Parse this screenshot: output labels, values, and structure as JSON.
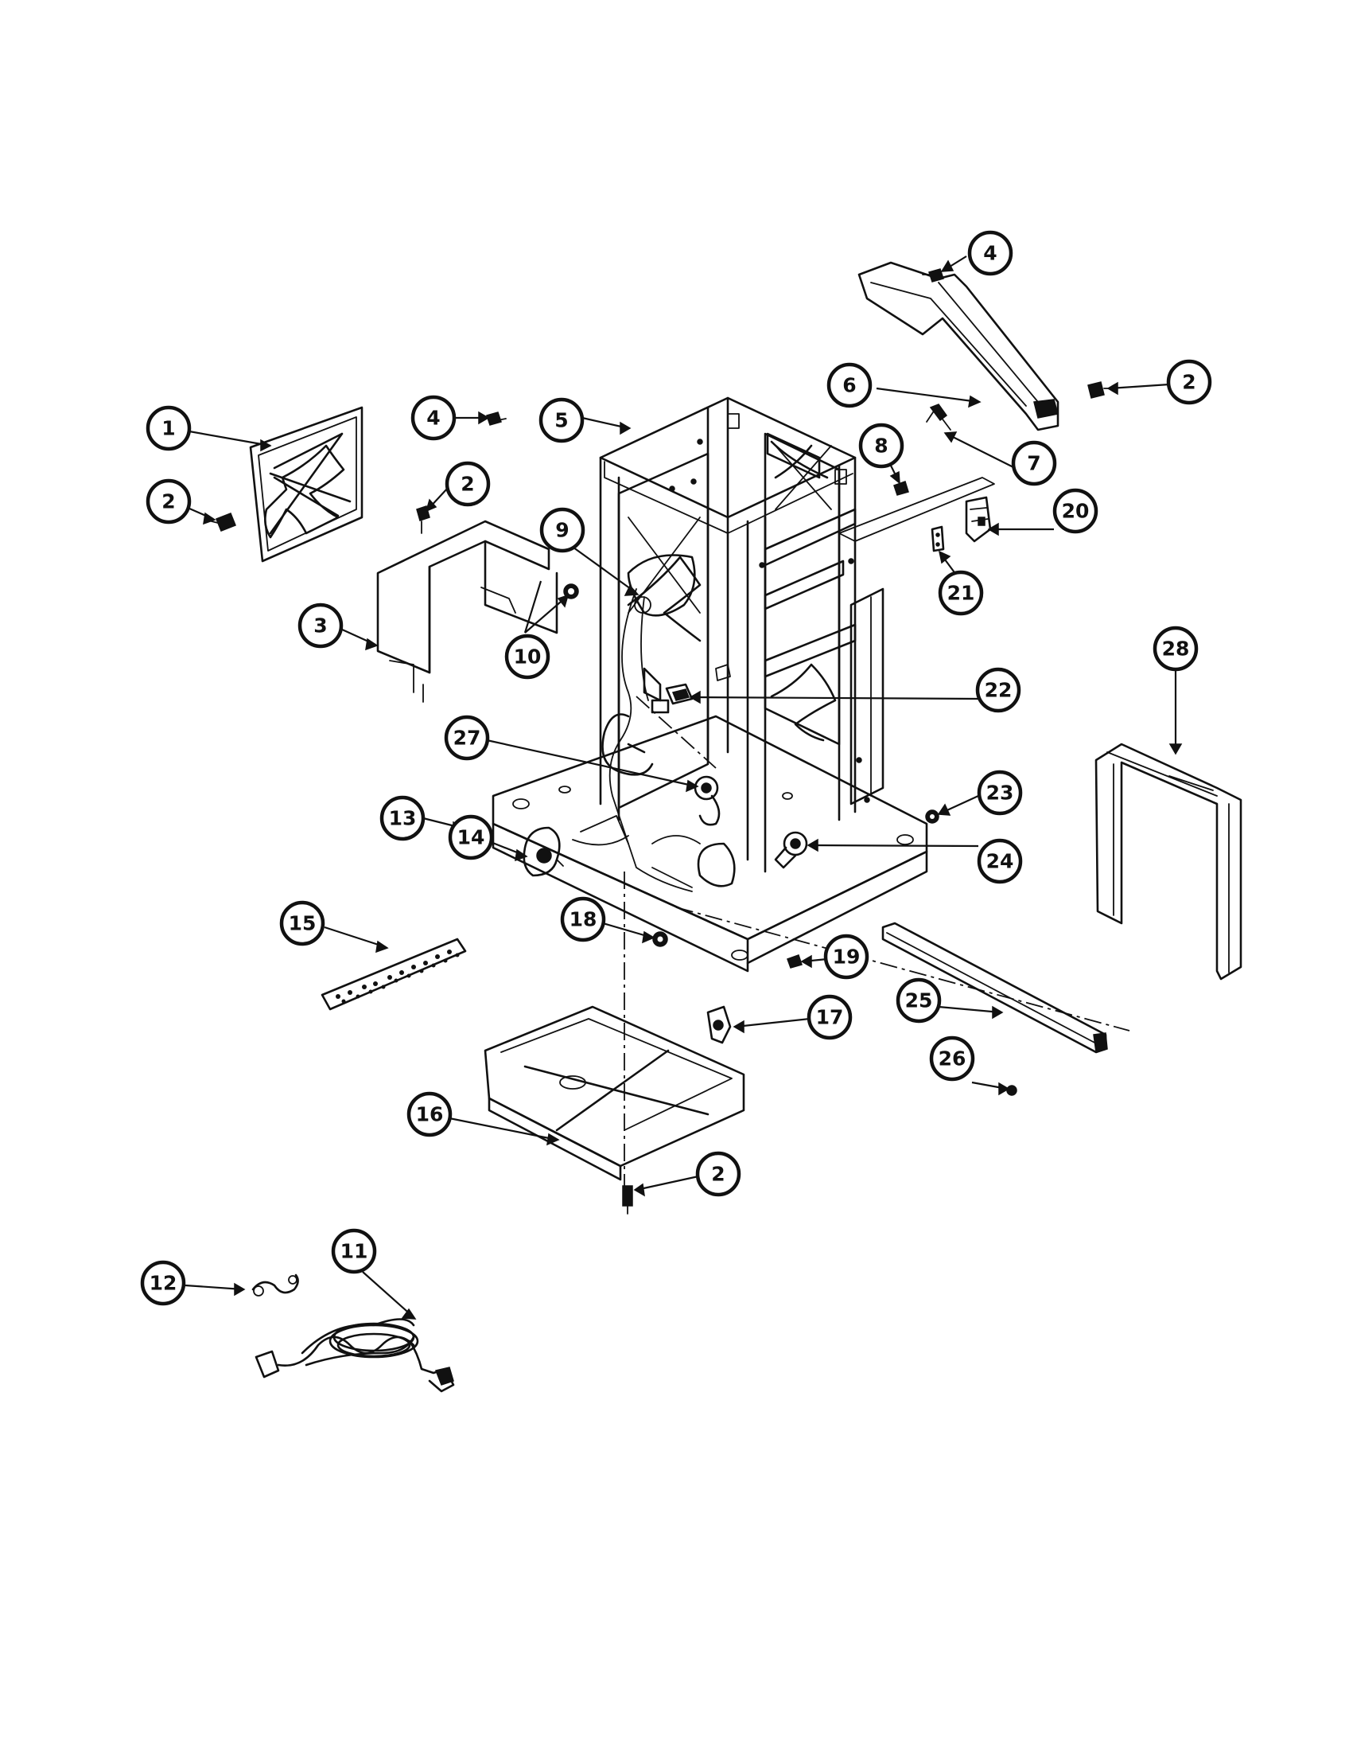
{
  "callouts": [
    {
      "id": "c1a",
      "number": "1"
    },
    {
      "id": "c2a",
      "number": "2"
    },
    {
      "id": "c2b",
      "number": "2"
    },
    {
      "id": "c2c",
      "number": "2"
    },
    {
      "id": "c2d",
      "number": "2"
    },
    {
      "id": "c3",
      "number": "3"
    },
    {
      "id": "c4a",
      "number": "4"
    },
    {
      "id": "c4b",
      "number": "4"
    },
    {
      "id": "c5",
      "number": "5"
    },
    {
      "id": "c6",
      "number": "6"
    },
    {
      "id": "c7",
      "number": "7"
    },
    {
      "id": "c8",
      "number": "8"
    },
    {
      "id": "c9",
      "number": "9"
    },
    {
      "id": "c10",
      "number": "10"
    },
    {
      "id": "c11",
      "number": "11"
    },
    {
      "id": "c12",
      "number": "12"
    },
    {
      "id": "c13",
      "number": "13"
    },
    {
      "id": "c14",
      "number": "14"
    },
    {
      "id": "c15",
      "number": "15"
    },
    {
      "id": "c16",
      "number": "16"
    },
    {
      "id": "c17",
      "number": "17"
    },
    {
      "id": "c18",
      "number": "18"
    },
    {
      "id": "c19",
      "number": "19"
    },
    {
      "id": "c20",
      "number": "20"
    },
    {
      "id": "c21",
      "number": "21"
    },
    {
      "id": "c22",
      "number": "22"
    },
    {
      "id": "c23",
      "number": "23"
    },
    {
      "id": "c24",
      "number": "24"
    },
    {
      "id": "c25",
      "number": "25"
    },
    {
      "id": "c26",
      "number": "26"
    },
    {
      "id": "c27",
      "number": "27"
    },
    {
      "id": "c28",
      "number": "28"
    }
  ],
  "colors": {
    "ink": "#111111",
    "paper": "#ffffff"
  }
}
